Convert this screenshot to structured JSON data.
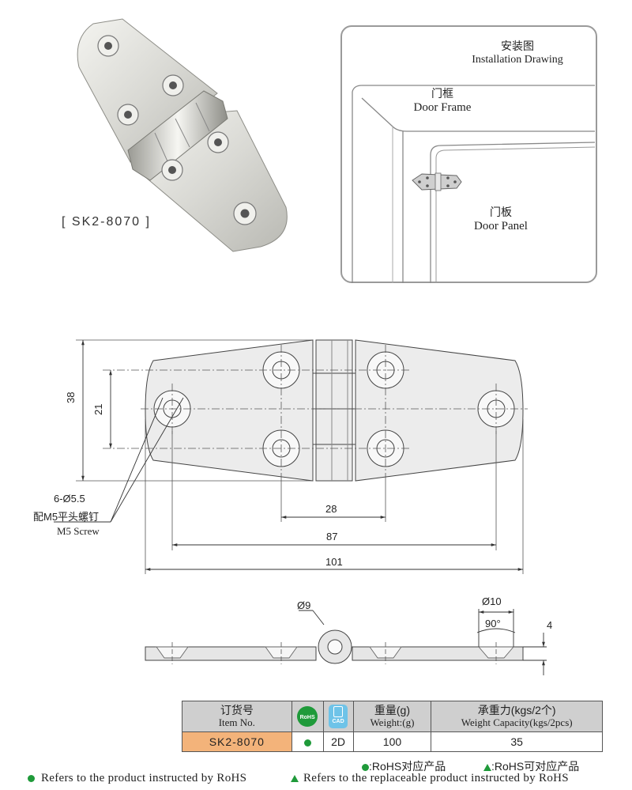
{
  "product": {
    "model_label": "[ SK2-8070 ]"
  },
  "installation": {
    "title_cn": "安装图",
    "title_en": "Installation Drawing",
    "frame_cn": "门框",
    "frame_en": "Door Frame",
    "panel_cn": "门板",
    "panel_en": "Door Panel"
  },
  "drawing": {
    "dim_38": "38",
    "dim_21": "21",
    "dim_28": "28",
    "dim_87": "87",
    "dim_101": "101",
    "holes_note": "6-Ø5.5",
    "screw_cn": "配M5平头螺钉",
    "screw_en": "M5 Screw",
    "dim_d9": "Ø9",
    "dim_d10": "Ø10",
    "dim_angle": "90°",
    "dim_4": "4"
  },
  "table": {
    "h_item_cn": "订货号",
    "h_item_en": "Item No.",
    "h_rohs_badge": "RoHS",
    "h_cad_badge": "CAD",
    "h_weight_cn": "重量(g)",
    "h_weight_en": "Weight:(g)",
    "h_capacity_cn": "承重力(kgs/2个)",
    "h_capacity_en": "Weight Capacity(kgs/2pcs)",
    "item_no": "SK2-8070",
    "cad": "2D",
    "weight": "100",
    "capacity": "35"
  },
  "legend": {
    "rohs_cn": ":RoHS对应产品",
    "rohs_replaceable_cn": ":RoHS可对应产品"
  },
  "footer": {
    "rohs_en": "Refers to the product instructed by RoHS",
    "replaceable_en": "Refers to the replaceable product instructed by RoHS"
  },
  "colors": {
    "accent_orange": "#f3b37a",
    "header_gray": "#cfcfcf",
    "rohs_green": "#1f9a3a",
    "cad_blue": "#6ec3e8"
  }
}
